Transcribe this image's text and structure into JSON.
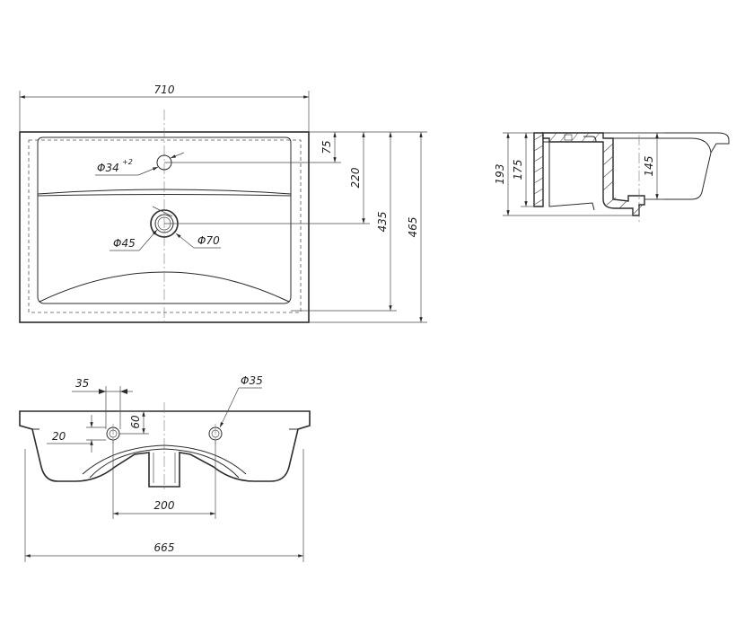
{
  "top_view": {
    "width_label": "710",
    "depth_label": "465",
    "inner_depth_label": "435",
    "drain_offset_label": "220",
    "tap_offset_label": "75",
    "tap_hole_label": "Φ34",
    "tap_hole_tolerance": "+2",
    "drain_inner_label": "Φ45",
    "drain_outer_label": "Φ70"
  },
  "side_view": {
    "total_height_label": "193",
    "body_height_label": "175",
    "bowl_depth_label": "145"
  },
  "front_view": {
    "overflow_spacing_label": "35",
    "overflow_height_label": "60",
    "overflow_offset_label": "20",
    "overflow_hole_label": "Φ35",
    "overflow_distance_label": "200",
    "bottom_width_label": "665"
  }
}
